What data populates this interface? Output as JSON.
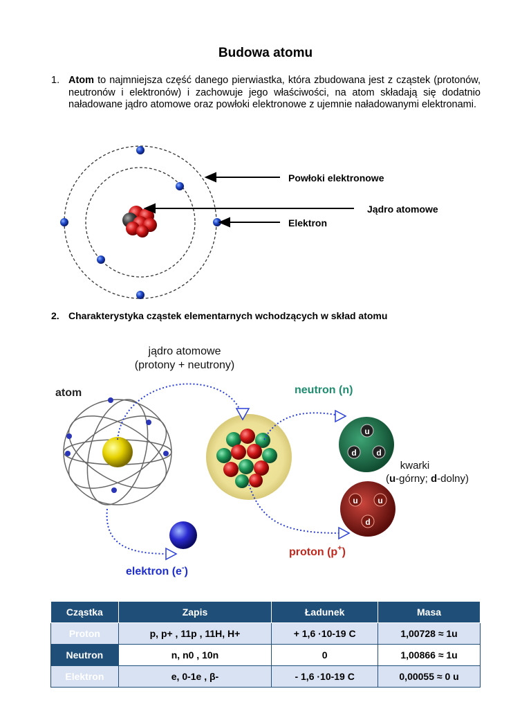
{
  "title": "Budowa atomu",
  "section1": {
    "number": "1.",
    "term": "Atom",
    "text": " to najmniejsza część danego pierwiastka, która zbudowana jest z cząstek (protonów, neutronów i elektronów) i zachowuje jego właściwości, na atom składają się dodatnio naładowane jądro atomowe oraz powłoki elektronowe z ujemnie naładowanymi elektronami."
  },
  "diagram1": {
    "labels": {
      "shells": "Powłoki elektronowe",
      "nucleus": "Jądro atomowe",
      "electron": "Elektron"
    }
  },
  "section2": {
    "number": "2.",
    "heading": "Charakterystyka cząstek elementarnych wchodzących w skład atomu"
  },
  "diagram2": {
    "nucleus_label_line1": "jądro atomowe",
    "nucleus_label_line2": "(protony + neutrony)",
    "atom": "atom",
    "neutron": "neutron (n)",
    "proton": "proton (p",
    "proton_sup": "+",
    "proton_close": ")",
    "electron": "elektron (e",
    "electron_sup": "-",
    "electron_close": ")",
    "quarks": "kwarki",
    "quarks_detail_u": "u",
    "quarks_detail_up": "-górny; ",
    "quarks_detail_d": "d",
    "quarks_detail_down": "-dolny)",
    "quark_u": "u",
    "quark_d": "d",
    "colors": {
      "neutron": "#1e8c6e",
      "proton": "#c0281e",
      "electron": "#1e2ecc"
    }
  },
  "table": {
    "headers": [
      "Cząstka",
      "Zapis",
      "Ładunek",
      "Masa"
    ],
    "rows": [
      {
        "name": "Proton",
        "notation": "p, p+ , 11p , 11H, H+",
        "charge": "+ 1,6 ·10-19 C",
        "mass": "1,00728 ≈ 1u"
      },
      {
        "name": "Neutron",
        "notation": "n, n0 , 10n",
        "charge": "0",
        "mass": "1,00866 ≈ 1u"
      },
      {
        "name": "Elektron",
        "notation": "e, 0-1e , β-",
        "charge": "- 1,6 ·10-19 C",
        "mass": "0,00055 ≈ 0 u"
      }
    ]
  }
}
